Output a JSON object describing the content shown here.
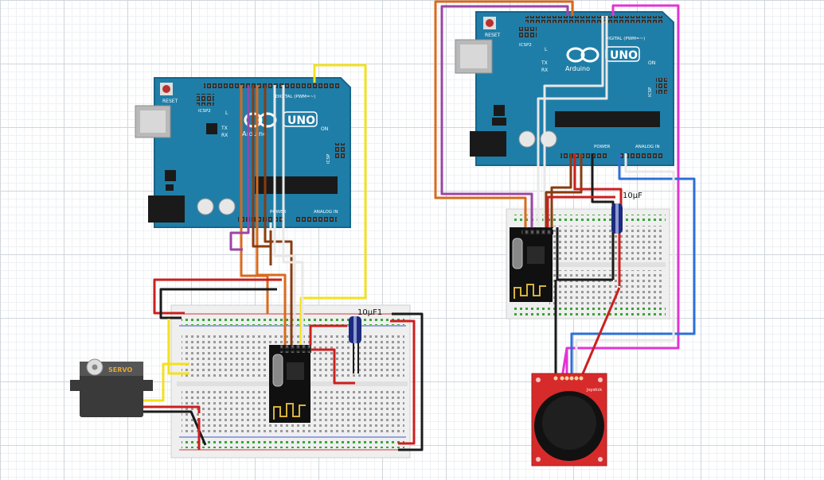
{
  "colors": {
    "board": "#1f7ea8",
    "board_edge": "#16658a",
    "breadboard": "#efefef",
    "wire_red": "#cc1f1f",
    "wire_black": "#1a1a1a",
    "wire_yellow": "#f4e01e",
    "wire_orange": "#d96a1c",
    "wire_brown": "#8a3c10",
    "wire_purple": "#9b45a6",
    "wire_magenta": "#e433d4",
    "wire_white": "#e8e8e8",
    "wire_blue": "#2d6fd8",
    "servo_body": "#3a3a3a",
    "joystick_pcb": "#d72b2b",
    "radio_pcb": "#101010"
  },
  "arduino_receiver": {
    "reset_label": "RESET",
    "icsp2_label": "ICSP2",
    "icsp_label": "ICSP",
    "brand_label": "Arduino",
    "model_label": "UNO",
    "digital_label": "DIGITAL (PWM=~)",
    "power_label": "POWER",
    "analog_label": "ANALOG IN",
    "on_label": "ON",
    "l_label": "L",
    "tx_label": "TX",
    "rx_label": "RX"
  },
  "arduino_transmitter": {
    "reset_label": "RESET",
    "icsp2_label": "ICSP2",
    "icsp_label": "ICSP",
    "brand_label": "Arduino",
    "model_label": "UNO",
    "digital_label": "DIGITAL (PWM=~)",
    "power_label": "POWER",
    "analog_label": "ANALOG IN",
    "on_label": "ON",
    "l_label": "L",
    "tx_label": "TX",
    "rx_label": "RX"
  },
  "servo": {
    "label": "SERVO"
  },
  "capacitor_receiver": {
    "label": "10µF1"
  },
  "capacitor_transmitter": {
    "label": "10µF"
  },
  "joystick": {
    "label": "Joystick"
  }
}
